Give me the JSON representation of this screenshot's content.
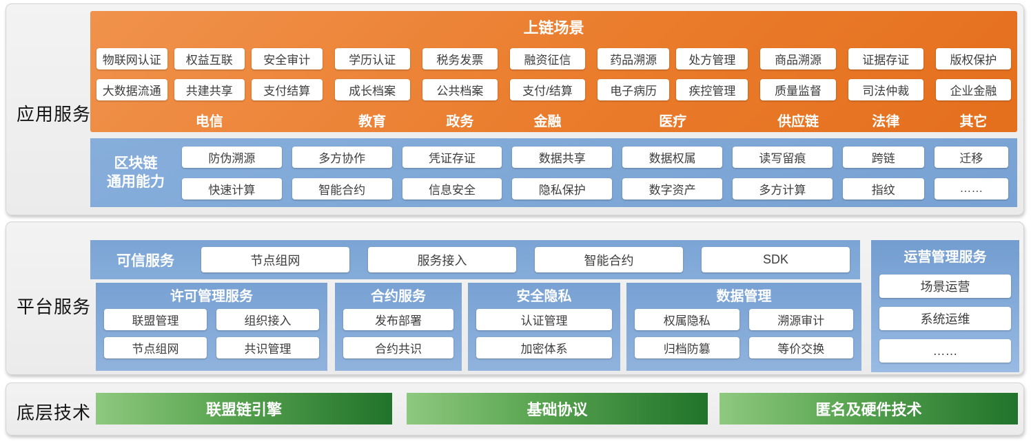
{
  "colors": {
    "orange": "#ED7D31",
    "blue": "#7FA8D8",
    "blue_dark": "#6F9CD0",
    "green_light": "#8CC97D",
    "green_dark": "#21732B",
    "panel_bg": "#EFEFEF",
    "chip_text": "#3D3D3D"
  },
  "app_layer": {
    "label": "应用服务",
    "onchain": {
      "title": "上链场景",
      "groups": [
        {
          "label": "电信",
          "cols": [
            [
              "物联网认证",
              "大数据流通"
            ],
            [
              "权益互联",
              "共建共享"
            ],
            [
              "安全审计",
              "支付结算"
            ]
          ]
        },
        {
          "label": "教育",
          "cols": [
            [
              "学历认证",
              "成长档案"
            ]
          ]
        },
        {
          "label": "政务",
          "cols": [
            [
              "税务发票",
              "公共档案"
            ]
          ]
        },
        {
          "label": "金融",
          "cols": [
            [
              "融资征信",
              "支付/结算"
            ]
          ]
        },
        {
          "label": "医疗",
          "cols": [
            [
              "药品溯源",
              "电子病历"
            ],
            [
              "处方管理",
              "疾控管理"
            ]
          ]
        },
        {
          "label": "供应链",
          "cols": [
            [
              "商品溯源",
              "质量监督"
            ]
          ]
        },
        {
          "label": "法律",
          "cols": [
            [
              "证据存证",
              "司法仲裁"
            ]
          ]
        },
        {
          "label": "其它",
          "cols": [
            [
              "版权保护",
              "企业金融"
            ]
          ]
        }
      ]
    },
    "capabilities": {
      "label_line1": "区块链",
      "label_line2": "通用能力",
      "rows": [
        [
          "防伪溯源",
          "多方协作",
          "凭证存证",
          "数据共享",
          "数据权属",
          "读写留痕",
          "跨链",
          "迁移"
        ],
        [
          "快速计算",
          "智能合约",
          "信息安全",
          "隐私保护",
          "数字资产",
          "多方计算",
          "指纹",
          "……"
        ]
      ]
    }
  },
  "platform_layer": {
    "label": "平台服务",
    "trusted": {
      "title": "可信服务",
      "items": [
        "节点组网",
        "服务接入",
        "智能合约",
        "SDK"
      ]
    },
    "ops": {
      "title": "运营管理服务",
      "items": [
        "场景运营",
        "系统运维",
        "……"
      ]
    },
    "groups": [
      {
        "title": "许可管理服务",
        "cols": 2,
        "items": [
          "联盟管理",
          "组织接入",
          "节点组网",
          "共识管理"
        ]
      },
      {
        "title": "合约服务",
        "cols": 1,
        "items": [
          "发布部署",
          "合约共识"
        ]
      },
      {
        "title": "安全隐私",
        "cols": 1,
        "items": [
          "认证管理",
          "加密体系"
        ]
      },
      {
        "title": "数据管理",
        "cols": 2,
        "items": [
          "权属隐私",
          "溯源审计",
          "归档防篡",
          "等价交换"
        ]
      }
    ]
  },
  "base_layer": {
    "label": "底层技术",
    "items": [
      "联盟链引擎",
      "基础协议",
      "匿名及硬件技术"
    ]
  }
}
